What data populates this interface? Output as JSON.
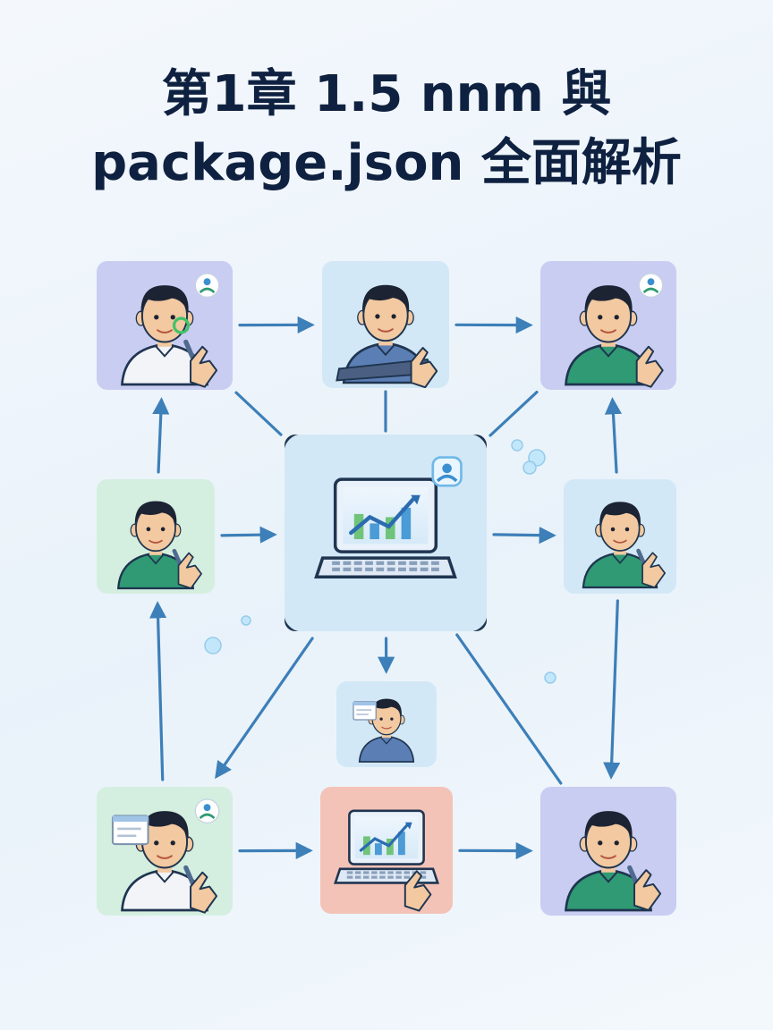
{
  "title": {
    "line1": "第1章 1.5 nnm 與",
    "line2": "package.json 全面解析"
  },
  "colors": {
    "line": "#3d7fb8",
    "box_border": "#1f3550",
    "center_glow": "#8fd3ff",
    "purple_fill": "#c9cdf2",
    "blue_fill": "#d2e8f6",
    "green_fill": "#d4efe0",
    "salmon_fill": "#f4c3b8",
    "skin": "#f2c9a0",
    "hair": "#1c2333",
    "shirt_white": "#f2f4f8",
    "shirt_blue": "#5b7fb5",
    "shirt_green": "#2f9a73",
    "chart_green": "#6fc47a"
  },
  "nodes": [
    {
      "id": "top-left",
      "icon": "person-touch-icon",
      "fill": "purple_fill",
      "shirt": "shirt_white"
    },
    {
      "id": "top-middle",
      "icon": "person-tablet-icon",
      "fill": "blue_fill",
      "shirt": "shirt_blue"
    },
    {
      "id": "top-right",
      "icon": "person-tap-icon",
      "fill": "purple_fill",
      "shirt": "shirt_green"
    },
    {
      "id": "middle-left",
      "icon": "person-pen-icon",
      "fill": "green_fill",
      "shirt": "shirt_green"
    },
    {
      "id": "center",
      "icon": "laptop-chart-icon",
      "fill": "blue_fill"
    },
    {
      "id": "middle-right",
      "icon": "person-pen-icon",
      "fill": "blue_fill",
      "shirt": "shirt_green"
    },
    {
      "id": "lower-middle",
      "icon": "person-screen-icon",
      "fill": "blue_fill",
      "shirt": "shirt_blue"
    },
    {
      "id": "bottom-left",
      "icon": "person-window-icon",
      "fill": "green_fill",
      "shirt": "shirt_white"
    },
    {
      "id": "bottom-middle",
      "icon": "laptop-chart-icon",
      "fill": "salmon_fill"
    },
    {
      "id": "bottom-right",
      "icon": "person-pen-icon",
      "fill": "purple_fill",
      "shirt": "shirt_green"
    }
  ],
  "edges": [
    {
      "from": "top-left",
      "to": "top-middle",
      "arrow": true
    },
    {
      "from": "top-middle",
      "to": "top-right",
      "arrow": true
    },
    {
      "from": "middle-left",
      "to": "top-left",
      "arrow": true
    },
    {
      "from": "middle-right",
      "to": "top-right",
      "arrow": true
    },
    {
      "from": "middle-left",
      "to": "center",
      "arrow": true
    },
    {
      "from": "center",
      "to": "middle-right",
      "arrow": true
    },
    {
      "from": "center",
      "to": "top-left",
      "arrow": false
    },
    {
      "from": "center",
      "to": "top-middle",
      "arrow": false
    },
    {
      "from": "center",
      "to": "top-right",
      "arrow": false
    },
    {
      "from": "center",
      "to": "lower-middle",
      "arrow": true
    },
    {
      "from": "center",
      "to": "bottom-left",
      "arrow": true
    },
    {
      "from": "center",
      "to": "bottom-right",
      "arrow": false
    },
    {
      "from": "bottom-left",
      "to": "middle-left",
      "arrow": true
    },
    {
      "from": "middle-right",
      "to": "bottom-right",
      "arrow": true
    },
    {
      "from": "bottom-left",
      "to": "bottom-middle",
      "arrow": true
    },
    {
      "from": "bottom-middle",
      "to": "bottom-right",
      "arrow": true
    }
  ]
}
